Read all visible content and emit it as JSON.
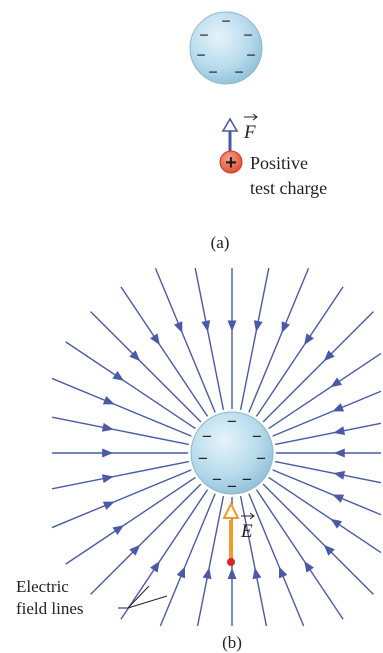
{
  "panel_a": {
    "force_symbol": "F",
    "charge_label_line1": "Positive",
    "charge_label_line2": "test charge",
    "plus_symbol": "+",
    "caption": "(a)"
  },
  "panel_b": {
    "field_symbol": "E",
    "field_lines_label_line1": "Electric",
    "field_lines_label_line2": "field lines",
    "caption": "(b)"
  },
  "sphere_charge_sign": "−",
  "colors": {
    "sphere": "#b8dced",
    "sphere_edge": "#8fb8cc",
    "field_line": "#4b5aa6",
    "force_arrow": "#4b5aa6",
    "e_vector": "#f29a26",
    "positive_charge": "#e8573c",
    "test_point": "#d7262d"
  }
}
